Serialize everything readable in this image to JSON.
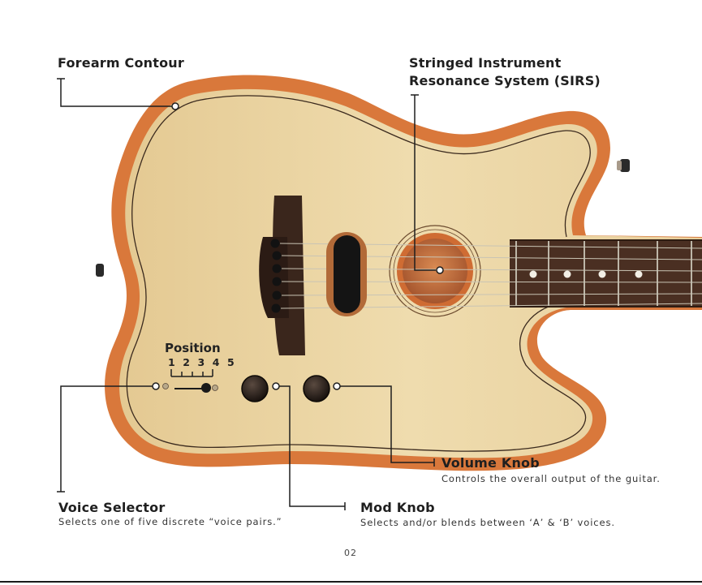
{
  "callouts": {
    "forearm_contour": {
      "title": "Forearm Contour"
    },
    "sirs": {
      "title_line1": "Stringed Instrument",
      "title_line2": "Resonance System (SIRS)"
    },
    "voice_selector": {
      "title": "Voice Selector",
      "description": "Selects one of five discrete “voice pairs.”"
    },
    "mod_knob": {
      "title": "Mod Knob",
      "description": "Selects and/or blends between ‘A’ & ‘B’ voices."
    },
    "volume_knob": {
      "title": "Volume Knob",
      "description": "Controls the overall output of the guitar."
    }
  },
  "position_scale": {
    "title": "Position",
    "numbers": "1 2 3 4 5"
  },
  "page_number": "02",
  "colors": {
    "top_wood": "#ead2a0",
    "binding_wood": "#d8763a",
    "fretboard": "#4a2f22",
    "leader_line": "#1e1e1e"
  },
  "icons": [
    "bridge-pins",
    "pickup",
    "soundhole",
    "selector-switch",
    "knob"
  ]
}
